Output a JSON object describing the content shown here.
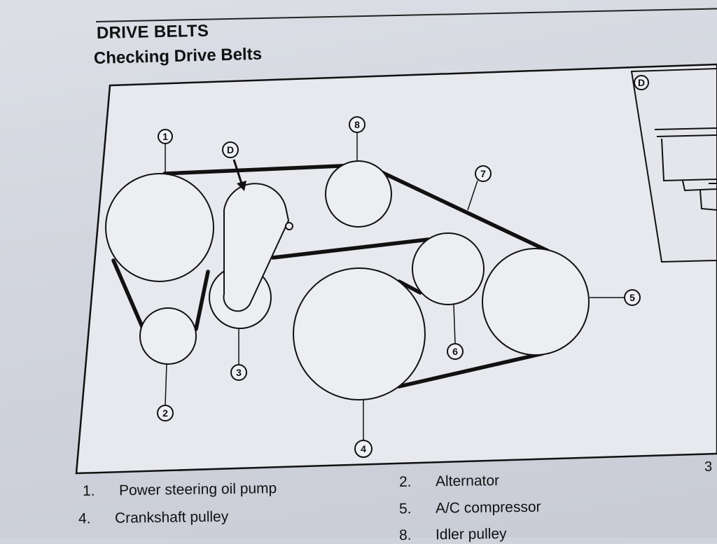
{
  "header": {
    "section_title": "DRIVE BELTS",
    "sub_title": "Checking Drive Belts"
  },
  "diagram": {
    "callouts": {
      "c1": "1",
      "c2": "2",
      "c3": "3",
      "c4": "4",
      "c5": "5",
      "c6": "6",
      "c7": "7",
      "c8": "8",
      "view": "D",
      "inset_view": "D"
    }
  },
  "legend": {
    "items": [
      {
        "num": "1.",
        "label": "Power steering oil pump"
      },
      {
        "num": "2.",
        "label": "Alternator"
      },
      {
        "num": "4.",
        "label": "Crankshaft pulley"
      },
      {
        "num": "5.",
        "label": "A/C compressor"
      },
      {
        "num": "8.",
        "label": "Idler pulley"
      }
    ],
    "page_fragment": "3"
  },
  "colors": {
    "ink": "#111111",
    "paper": "#d6d9e0"
  }
}
